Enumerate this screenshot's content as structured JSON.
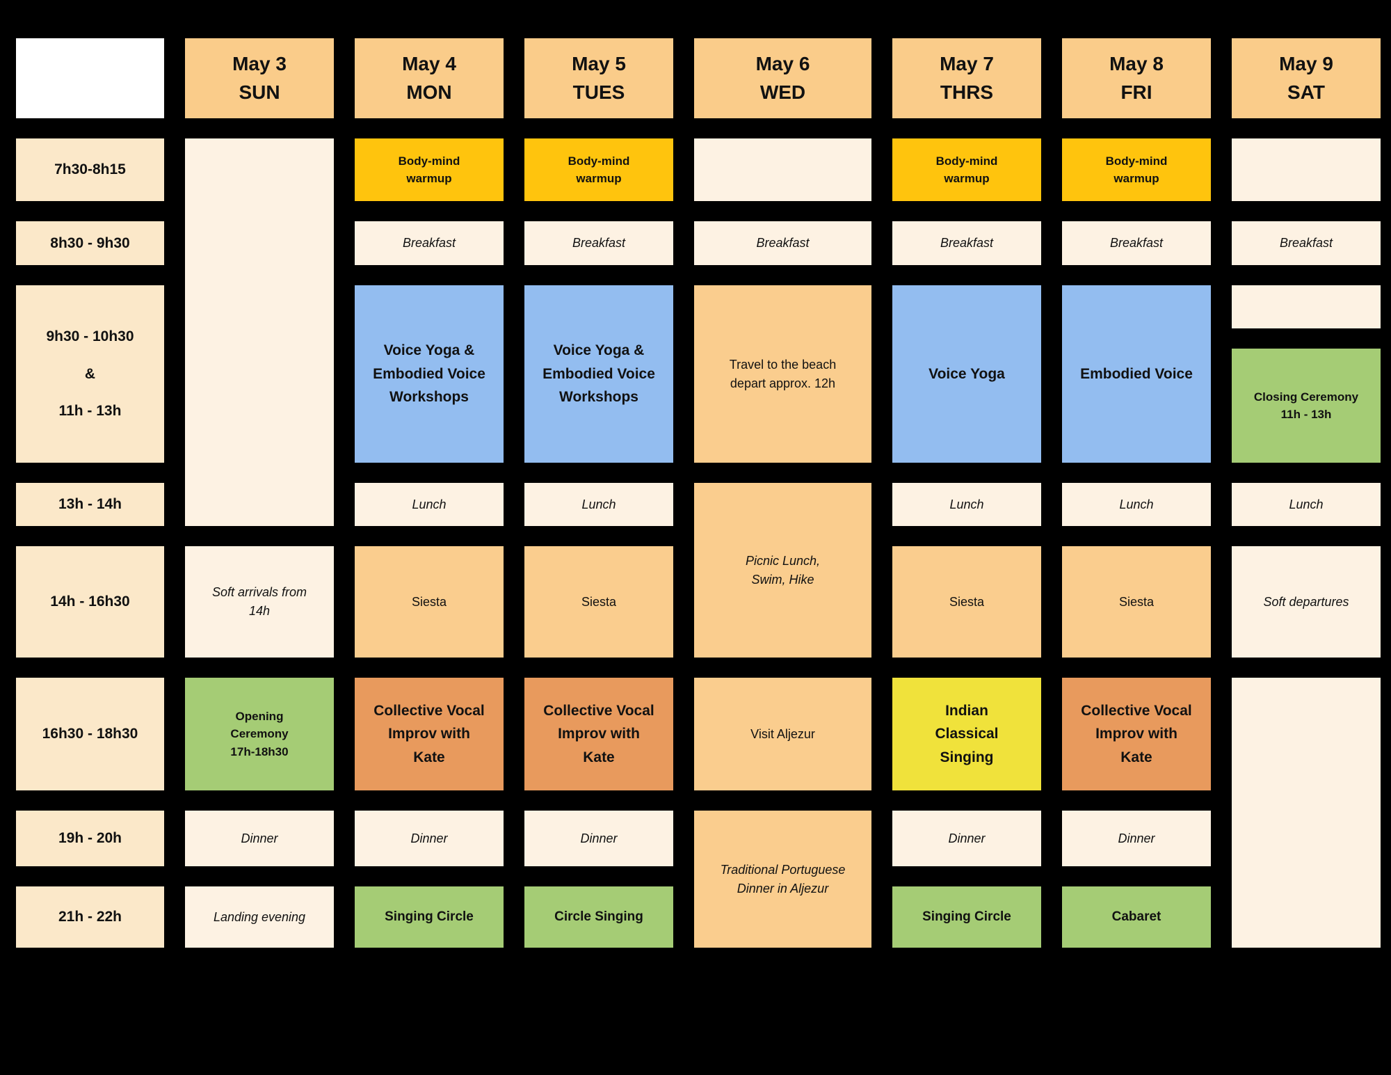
{
  "schedule": {
    "days": [
      {
        "date": "May 3",
        "weekday": "SUN"
      },
      {
        "date": "May 4",
        "weekday": "MON"
      },
      {
        "date": "May 5",
        "weekday": "TUES"
      },
      {
        "date": "May 6",
        "weekday": "WED"
      },
      {
        "date": "May 7",
        "weekday": "THRS"
      },
      {
        "date": "May 8",
        "weekday": "FRI"
      },
      {
        "date": "May 9",
        "weekday": "SAT"
      }
    ],
    "times": [
      {
        "label": "7h30-8h15"
      },
      {
        "label": "8h30 - 9h30"
      },
      {
        "label": "9h30 - 10h30\n&\n11h - 13h"
      },
      {
        "label": "13h - 14h"
      },
      {
        "label": "14h - 16h30"
      },
      {
        "label": "16h30 - 18h30"
      },
      {
        "label": "19h - 20h"
      },
      {
        "label": "21h - 22h"
      }
    ],
    "cells": {
      "sun": {
        "arrivals": "Soft arrivals from\n14h",
        "opening": "Opening\nCeremony\n17h-18h30",
        "dinner": "Dinner",
        "evening": "Landing evening"
      },
      "mon": {
        "warmup": "Body-mind\nwarmup",
        "breakfast": "Breakfast",
        "workshop": "Voice Yoga &\nEmbodied Voice\nWorkshops",
        "lunch": "Lunch",
        "siesta": "Siesta",
        "late_afternoon": "Collective Vocal\nImprov with\nKate",
        "dinner": "Dinner",
        "evening": "Singing Circle"
      },
      "tue": {
        "warmup": "Body-mind\nwarmup",
        "breakfast": "Breakfast",
        "workshop": "Voice Yoga &\nEmbodied Voice\nWorkshops",
        "lunch": "Lunch",
        "siesta": "Siesta",
        "late_afternoon": "Collective Vocal\nImprov with\nKate",
        "dinner": "Dinner",
        "evening": "Circle Singing"
      },
      "wed": {
        "breakfast": "Breakfast",
        "morning": "Travel to the beach\ndepart approx. 12h",
        "midday": "Picnic Lunch,\nSwim, Hike",
        "late_afternoon": "Visit Aljezur",
        "evening": "Traditional Portuguese\nDinner in Aljezur"
      },
      "thu": {
        "warmup": "Body-mind\nwarmup",
        "breakfast": "Breakfast",
        "workshop": "Voice Yoga",
        "lunch": "Lunch",
        "siesta": "Siesta",
        "late_afternoon": "Indian\nClassical\nSinging",
        "dinner": "Dinner",
        "evening": "Singing Circle"
      },
      "fri": {
        "warmup": "Body-mind\nwarmup",
        "breakfast": "Breakfast",
        "workshop": "Embodied Voice",
        "lunch": "Lunch",
        "siesta": "Siesta",
        "late_afternoon": "Collective Vocal\nImprov with\nKate",
        "dinner": "Dinner",
        "evening": "Cabaret"
      },
      "sat": {
        "breakfast": "Breakfast",
        "closing": "Closing Ceremony\n11h - 13h",
        "lunch": "Lunch",
        "departures": "Soft departures"
      }
    },
    "colors": {
      "background": "#000000",
      "white": "#FFFFFF",
      "header": "#FACC8A",
      "time": "#FBE8C9",
      "cream": "#FDF2E3",
      "gold": "#FFC40D",
      "blue": "#93BDF0",
      "orange_light": "#FACD8E",
      "orange": "#E89A5D",
      "green": "#A5CC75",
      "yellow": "#F0E23B",
      "text": "#111111"
    }
  }
}
